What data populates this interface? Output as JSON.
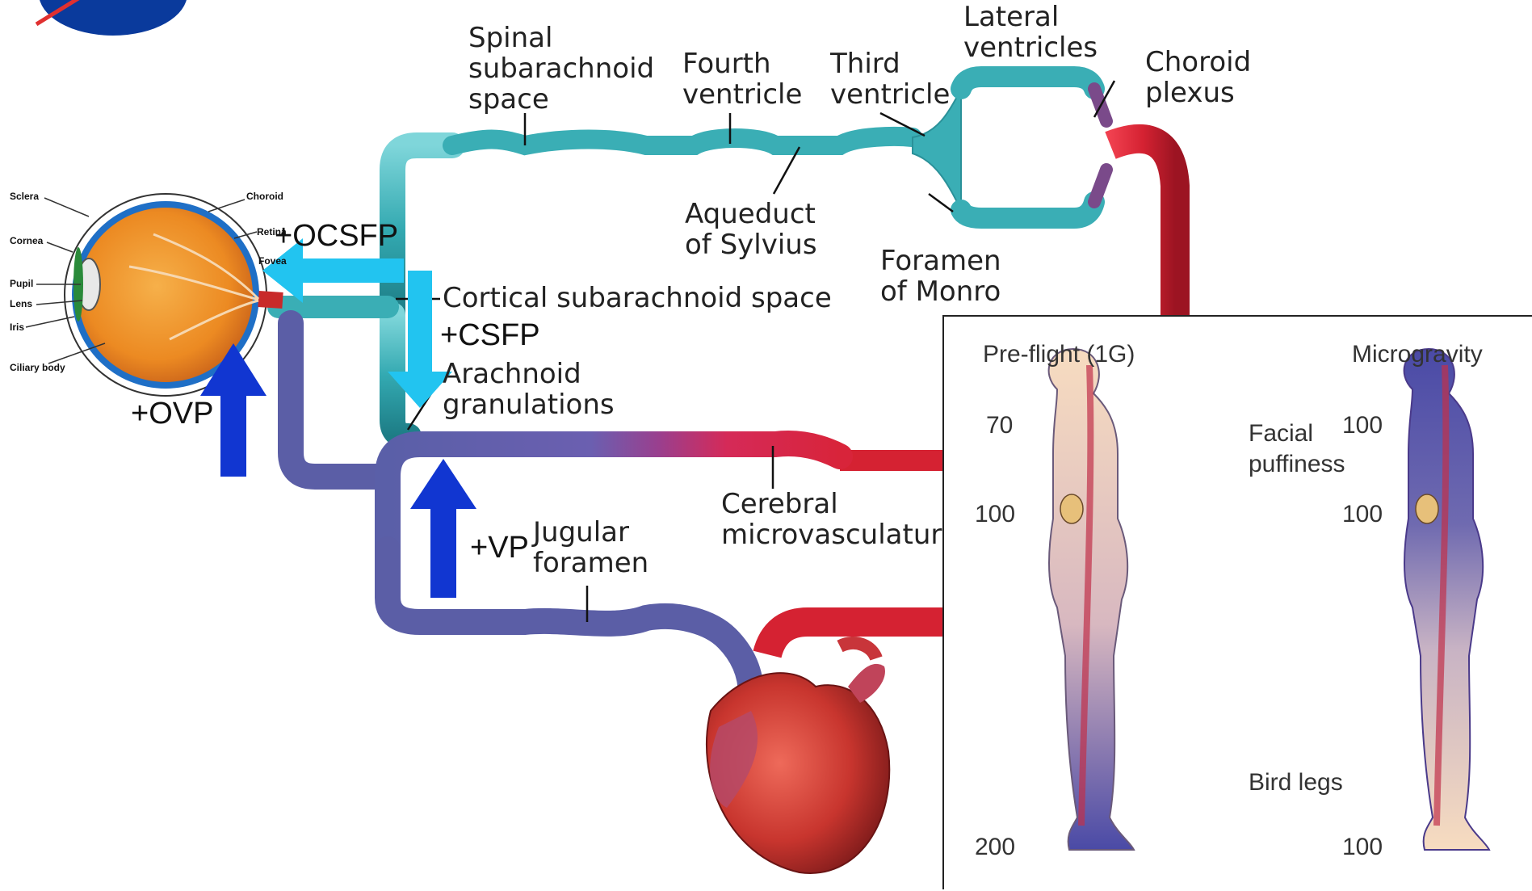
{
  "labels": {
    "spinal": [
      "Spinal",
      "subarachnoid",
      "space"
    ],
    "fourth": [
      "Fourth",
      "ventricle"
    ],
    "third": [
      "Third",
      "ventricle"
    ],
    "lateral": [
      "Lateral",
      "ventricles"
    ],
    "choroid_plexus": [
      "Choroid",
      "plexus"
    ],
    "aqueduct": [
      "Aqueduct",
      "of Sylvius"
    ],
    "foramen_monro": [
      "Foramen",
      "of Monro"
    ],
    "cortical": "Cortical subarachnoid space",
    "arachnoid": [
      "Arachnoid",
      "granulations"
    ],
    "cerebral": [
      "Cerebral",
      "microvasculature"
    ],
    "jugular": [
      "Jugular",
      "foramen"
    ]
  },
  "pressures": {
    "ocsfp": "+OCSFP",
    "csfp": "+CSFP",
    "ovp": "+OVP",
    "vp": "+VP"
  },
  "eye": {
    "labels": [
      "Sclera",
      "Cornea",
      "Pupil",
      "Lens",
      "Iris",
      "Ciliary body",
      "Choroid",
      "Retina",
      "Fovea"
    ]
  },
  "inset": {
    "preflight_title": "Pre-flight (1G)",
    "micro_title": "Microgravity",
    "pre_values": [
      "70",
      "100",
      "200"
    ],
    "micro_values": [
      "100",
      "100",
      "100"
    ],
    "facial": [
      "Facial",
      "puffiness"
    ],
    "bird_legs": "Bird legs"
  },
  "colors": {
    "csf": "#3aaeb5",
    "vein": "#5b5ea6",
    "artery": "#d32a3a",
    "arrow_light": "#22c4f0",
    "arrow_dark": "#1136d1"
  }
}
